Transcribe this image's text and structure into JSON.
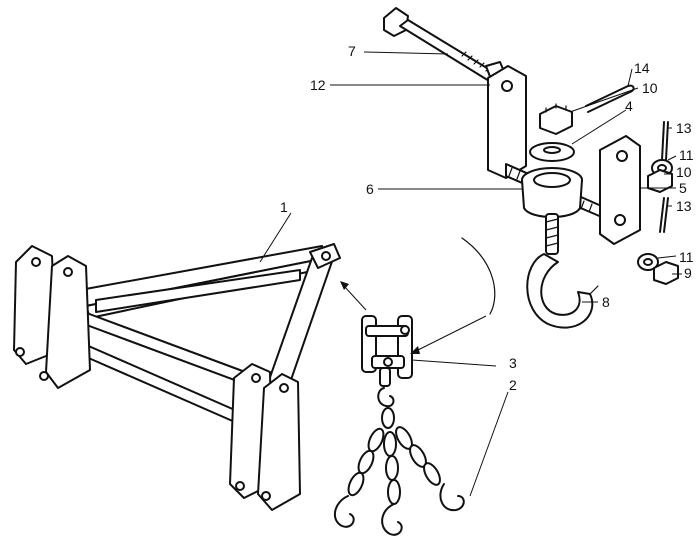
{
  "diagram": {
    "callouts": [
      {
        "id": "callout-1",
        "label": "1"
      },
      {
        "id": "callout-2",
        "label": "2"
      },
      {
        "id": "callout-3",
        "label": "3"
      },
      {
        "id": "callout-4",
        "label": "4"
      },
      {
        "id": "callout-5",
        "label": "5"
      },
      {
        "id": "callout-6",
        "label": "6"
      },
      {
        "id": "callout-7",
        "label": "7"
      },
      {
        "id": "callout-8",
        "label": "8"
      },
      {
        "id": "callout-9",
        "label": "9"
      },
      {
        "id": "callout-10a",
        "label": "10"
      },
      {
        "id": "callout-10b",
        "label": "10"
      },
      {
        "id": "callout-11a",
        "label": "11"
      },
      {
        "id": "callout-11b",
        "label": "11"
      },
      {
        "id": "callout-12",
        "label": "12"
      },
      {
        "id": "callout-13a",
        "label": "13"
      },
      {
        "id": "callout-13b",
        "label": "13"
      },
      {
        "id": "callout-14",
        "label": "14"
      }
    ]
  }
}
